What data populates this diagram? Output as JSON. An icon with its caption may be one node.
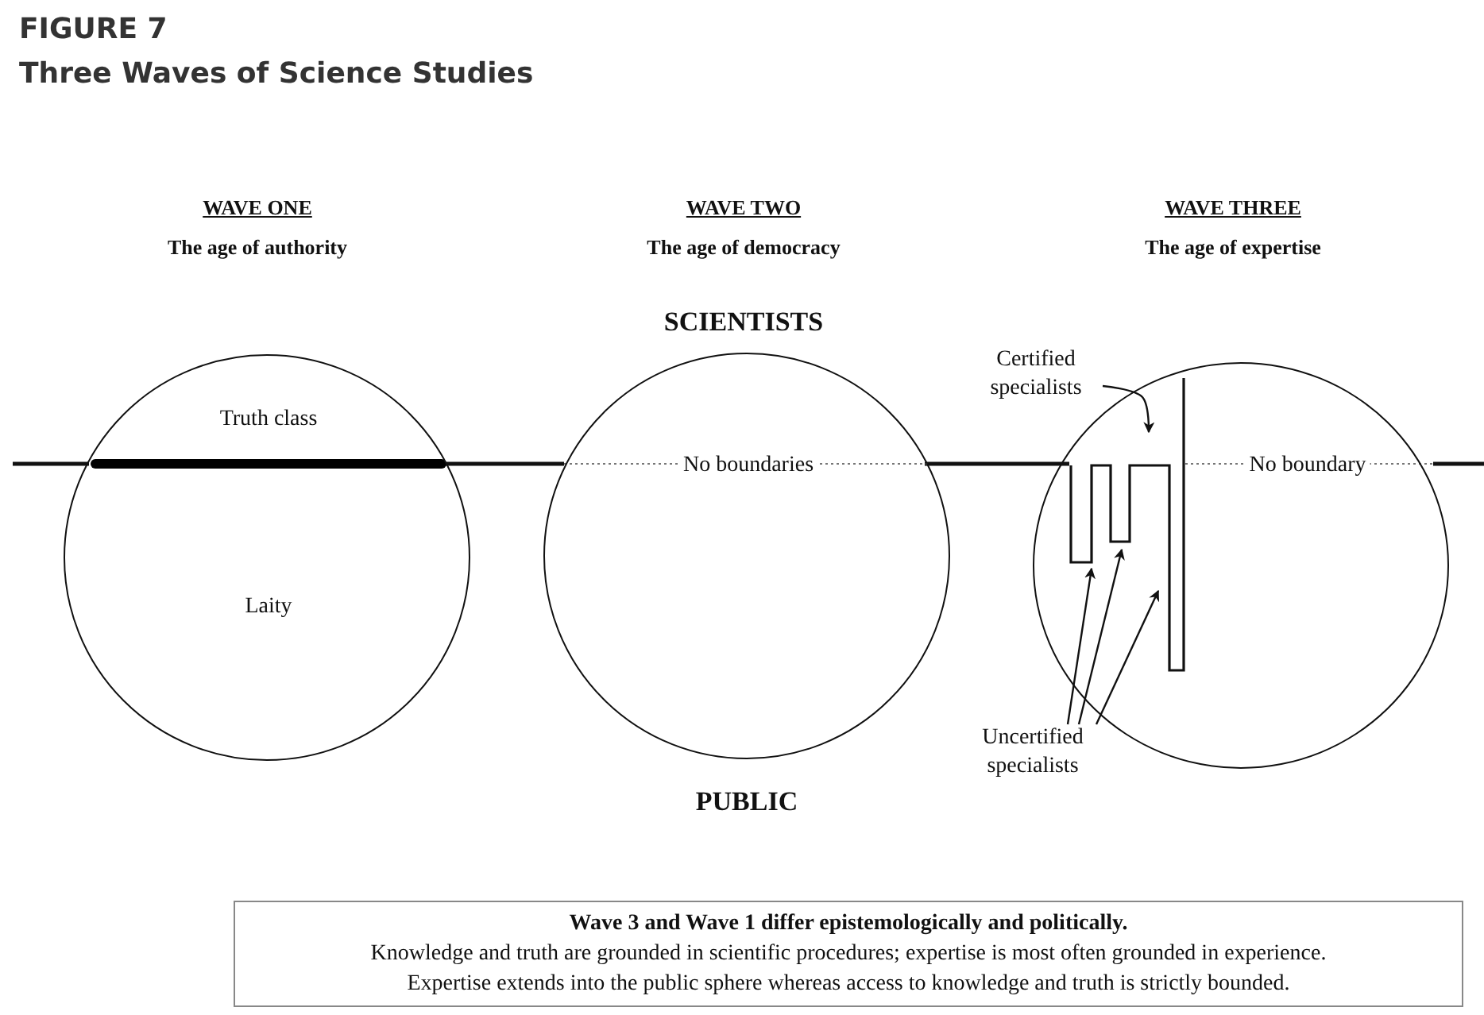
{
  "diagram": {
    "title": "Three Waves of Science Studies",
    "nodes": [
      {
        "text": [
          "Truth class",
          "Laity"
        ]
      },
      {
        "text": [
          "No boundaries"
        ]
      },
      {
        "text": [
          "No boundary"
        ]
      },
      {
        "text": [
          "Certified specialists"
        ]
      },
      {
        "text": [],
        "shape": "picture",
        "in": 2
      },
      {
        "text": [
          "Uncertified specialists"
        ]
      },
      {
        "text": [
          "Wave 3 and Wave 1 differ epistemologically and politically.",
          "Knowledge and truth are grounded in scientific procedures; expertise is most often grounded in experience.",
          "Expertise extends into the public sphere whereas access to knowledge and truth is strictly bounded."
        ]
      }
    ],
    "edges": [
      {
        "from": 3,
        "to": 4,
        "arrow": "to"
      },
      {
        "from": 5,
        "to": 4,
        "arrow": "to"
      },
      {
        "from": 5,
        "to": 4,
        "arrow": "to"
      },
      {
        "from": 5,
        "to": 4,
        "arrow": "to"
      }
    ],
    "labels": [
      "FIGURE 7",
      "WAVE ONE",
      "The age of authority",
      "WAVE TWO",
      "The age of democracy",
      "WAVE THREE",
      "The age of expertise",
      "SCIENTISTS",
      "PUBLIC"
    ]
  }
}
